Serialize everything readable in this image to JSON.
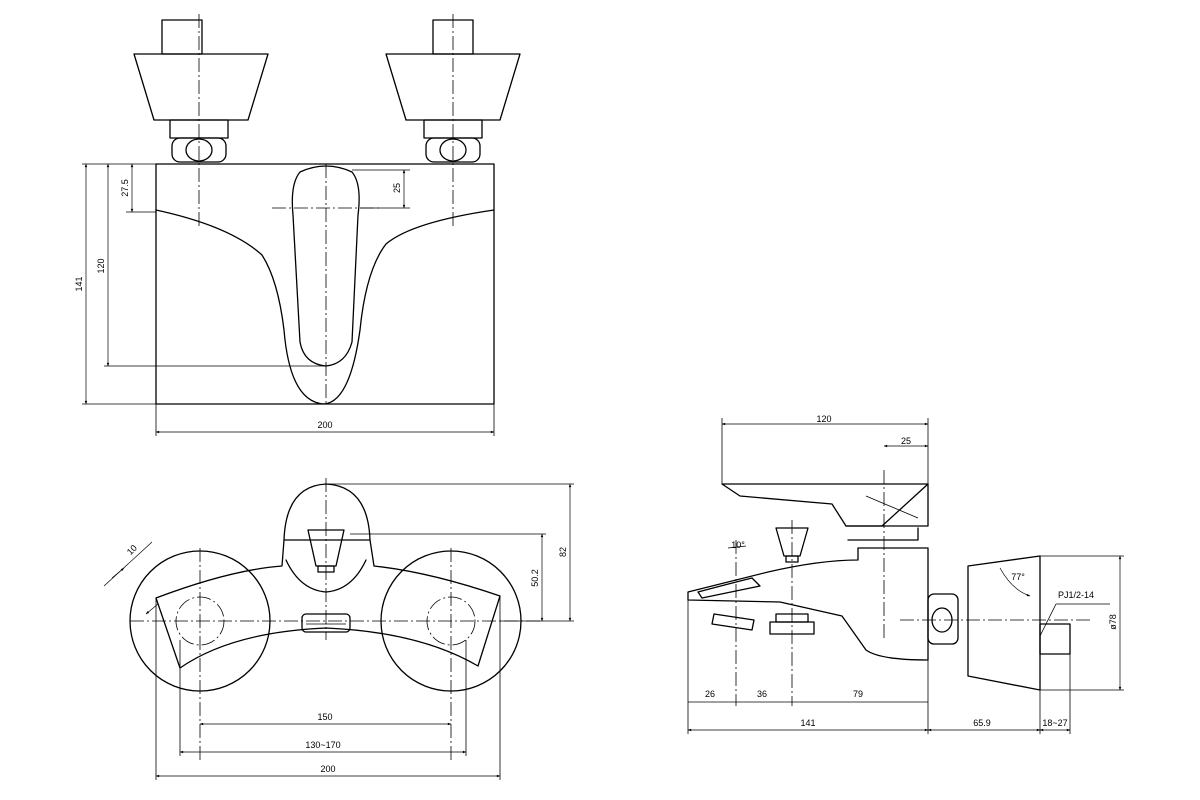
{
  "views": {
    "front": {
      "dim_height_total": "141",
      "dim_height_body": "120",
      "dim_top_left": "27.5",
      "dim_top_handle": "25",
      "dim_width": "200"
    },
    "top": {
      "dim_angle_tick": "10",
      "dim_height_spout": "50.2",
      "dim_height_total": "82",
      "dim_centers": "150",
      "dim_center_range": "130~170",
      "dim_width": "200"
    },
    "side": {
      "dim_top_width": "120",
      "dim_top_handle": "25",
      "dim_angle_spout": "10°",
      "dim_angle_escutcheon": "77°",
      "dim_thread": "PJ1/2-14",
      "dim_escutcheon_dia": "ø78",
      "dim_a": "26",
      "dim_b": "36",
      "dim_c": "79",
      "dim_depth": "141",
      "dim_offset": "65.9",
      "dim_range": "18~27"
    }
  }
}
